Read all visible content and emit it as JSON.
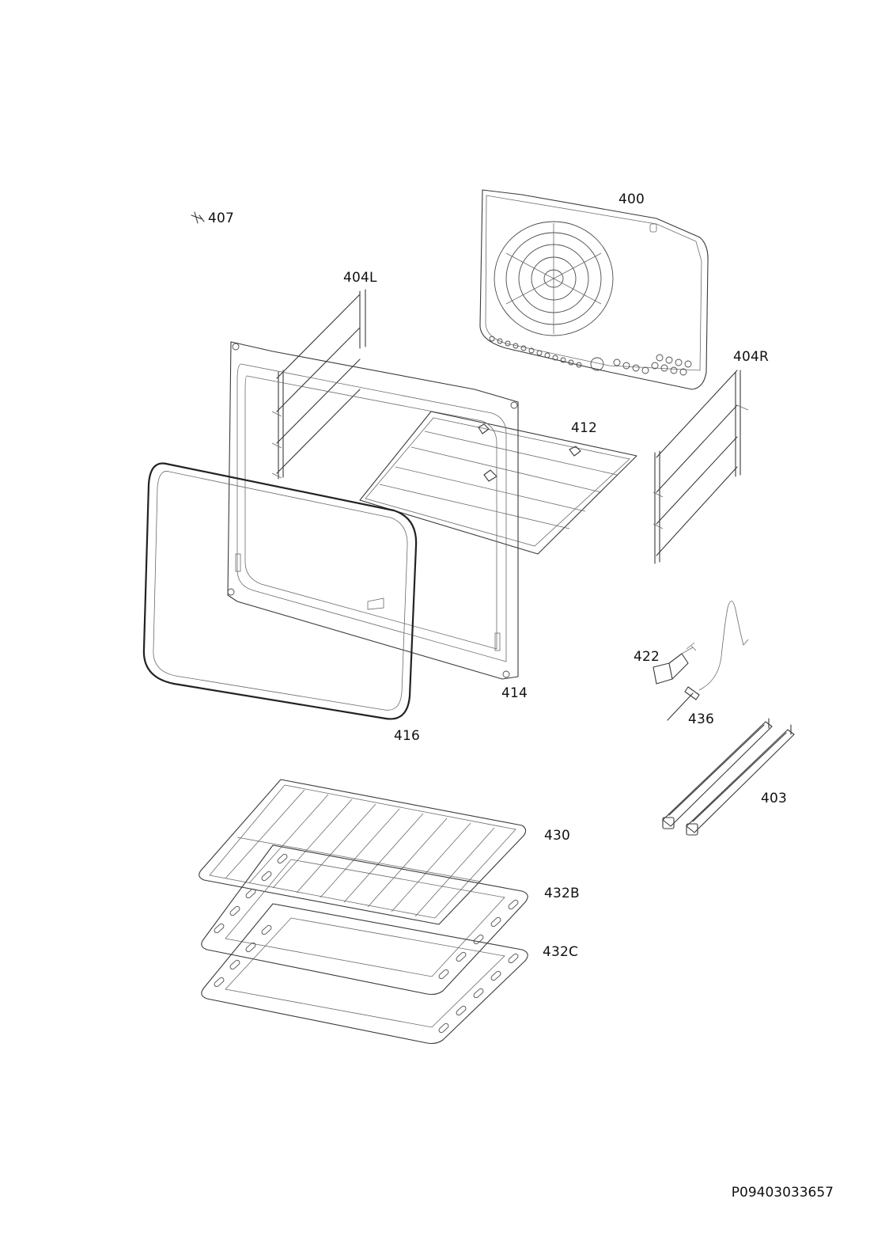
{
  "parts": [
    {
      "id": "400",
      "label": "400"
    },
    {
      "id": "407",
      "label": "407"
    },
    {
      "id": "404L",
      "label": "404L"
    },
    {
      "id": "404R",
      "label": "404R"
    },
    {
      "id": "412",
      "label": "412"
    },
    {
      "id": "414",
      "label": "414"
    },
    {
      "id": "416",
      "label": "416"
    },
    {
      "id": "422",
      "label": "422"
    },
    {
      "id": "436",
      "label": "436"
    },
    {
      "id": "403",
      "label": "403"
    },
    {
      "id": "430",
      "label": "430"
    },
    {
      "id": "432B",
      "label": "432B"
    },
    {
      "id": "432C",
      "label": "432C"
    }
  ],
  "document_code": "P09403033657",
  "colors": {
    "line": "#3a3a3a",
    "text": "#111111",
    "background": "#ffffff"
  }
}
